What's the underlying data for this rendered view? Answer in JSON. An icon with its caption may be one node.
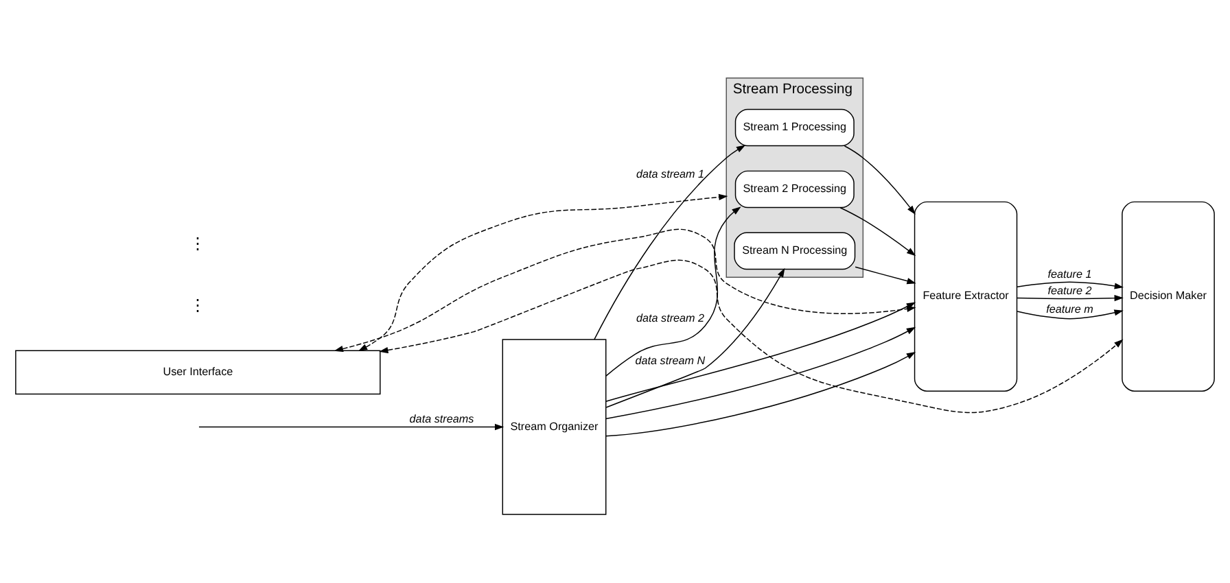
{
  "diagram": {
    "nodes": [
      {
        "text": [
          "Stream Organizer"
        ]
      },
      {
        "text": [
          "Stream Processing"
        ]
      },
      {
        "text": [
          "Stream 1 Processing"
        ],
        "in": 1
      },
      {
        "text": [
          "Stream 2 Processing"
        ],
        "in": 1
      },
      {
        "text": [
          "Stream N Processing"
        ],
        "in": 1
      },
      {
        "text": [
          "Feature Extractor"
        ]
      },
      {
        "text": [
          "Decision Maker"
        ]
      },
      {
        "text": [
          "User Interface"
        ]
      }
    ],
    "edges": [
      {
        "from": null,
        "to": 0,
        "arrow": "to",
        "label": "data streams"
      },
      {
        "from": 0,
        "to": 2,
        "arrow": "to",
        "label": "data stream 1"
      },
      {
        "from": 0,
        "to": 5,
        "arrow": "to"
      },
      {
        "from": 0,
        "to": 3,
        "arrow": "to",
        "label": "data stream 2"
      },
      {
        "from": 0,
        "to": 5,
        "arrow": "to"
      },
      {
        "from": 0,
        "to": 4,
        "arrow": "to",
        "label": "data stream N"
      },
      {
        "from": 0,
        "to": 5,
        "arrow": "to"
      },
      {
        "from": 2,
        "to": 5,
        "arrow": "to"
      },
      {
        "from": 3,
        "to": 5,
        "arrow": "to"
      },
      {
        "from": 4,
        "to": 5,
        "arrow": "to"
      },
      {
        "from": 5,
        "to": 6,
        "arrow": "to",
        "label": "feature 1"
      },
      {
        "from": 5,
        "to": 6,
        "arrow": "to",
        "label": "feature 2"
      },
      {
        "from": 5,
        "to": 6,
        "arrow": "to",
        "label": "feature m"
      },
      {
        "from": 7,
        "to": 1,
        "arrow": "both",
        "style": "dashed"
      },
      {
        "from": 7,
        "to": 5,
        "arrow": "both",
        "style": "dashed"
      },
      {
        "from": 7,
        "to": 6,
        "arrow": "both",
        "style": "dashed"
      }
    ],
    "labels": [
      "⋮",
      "⋮"
    ]
  }
}
